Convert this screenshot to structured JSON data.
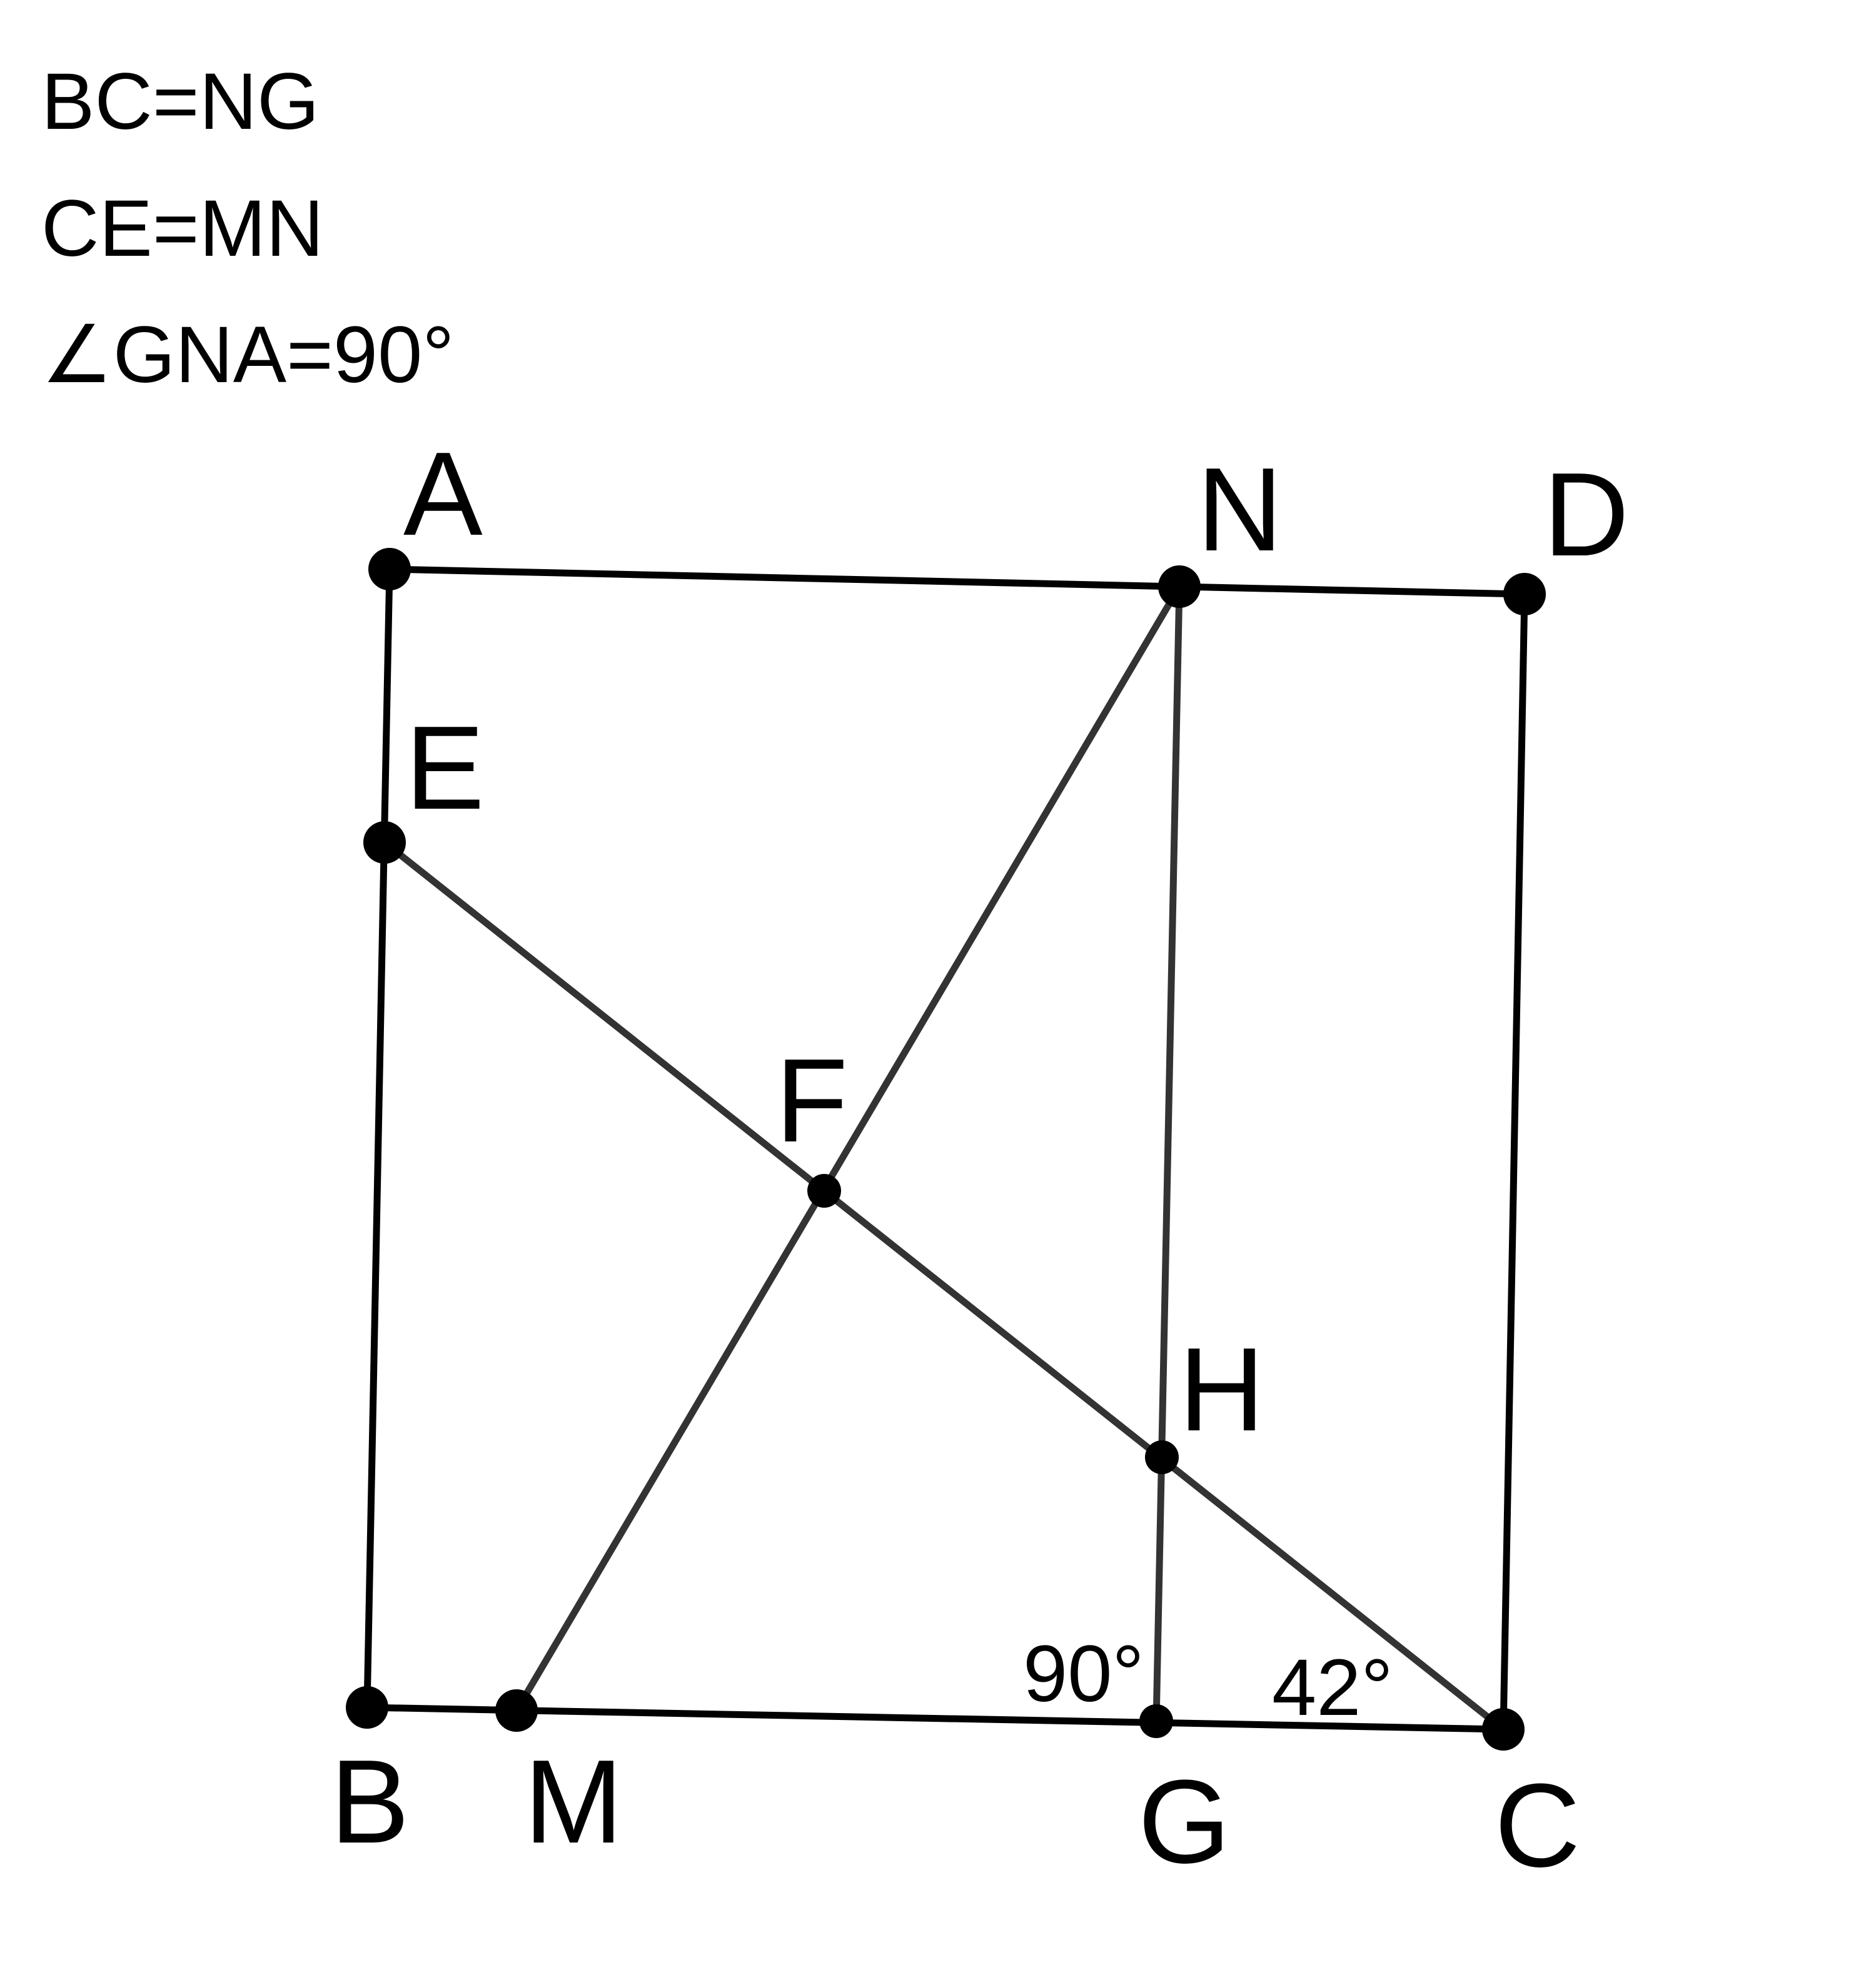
{
  "given": {
    "line1": "BC=NG",
    "line2": "CE=MN",
    "line3": "∠GNA=90°"
  },
  "points": {
    "A": "A",
    "B": "B",
    "C": "C",
    "D": "D",
    "E": "E",
    "F": "F",
    "G": "G",
    "H": "H",
    "M": "M",
    "N": "N"
  },
  "angles": {
    "at_G": "90°",
    "at_C": "42°"
  },
  "colors": {
    "stroke": "#000000",
    "inner_stroke": "#333333",
    "background": "#ffffff"
  }
}
